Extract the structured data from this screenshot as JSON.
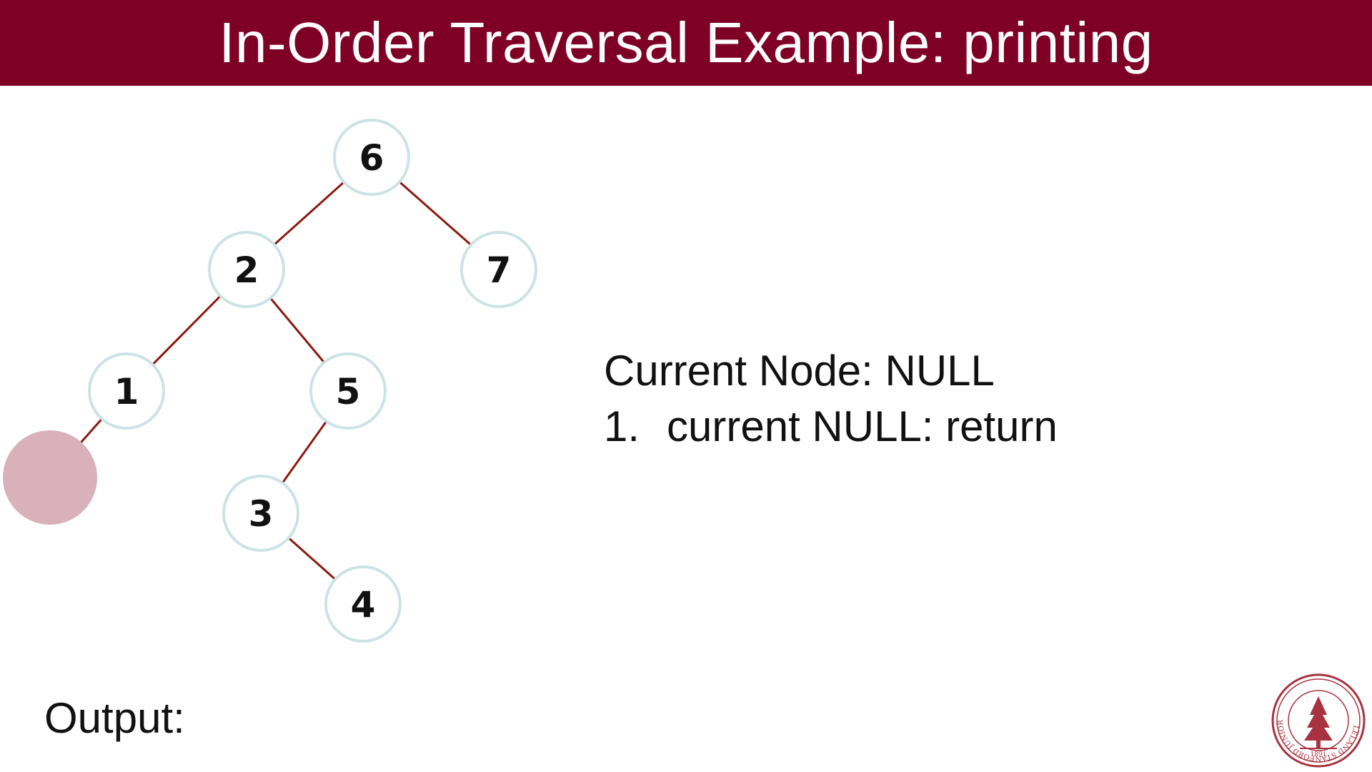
{
  "slide": {
    "title": "In-Order Traversal Example: printing",
    "colors": {
      "header_bg": "#7f0025",
      "edge": "#8b1a10",
      "node_border": "#cce3e6",
      "null_node_fill": "#d8b1bb"
    }
  },
  "tree": {
    "nodes": [
      {
        "id": "n6",
        "label": "6"
      },
      {
        "id": "n2",
        "label": "2"
      },
      {
        "id": "n7",
        "label": "7"
      },
      {
        "id": "n1",
        "label": "1"
      },
      {
        "id": "n5",
        "label": "5"
      },
      {
        "id": "n3",
        "label": "3"
      },
      {
        "id": "n4",
        "label": "4"
      }
    ],
    "edges": [
      {
        "from": "n6",
        "to": "n2"
      },
      {
        "from": "n6",
        "to": "n7"
      },
      {
        "from": "n2",
        "to": "n1"
      },
      {
        "from": "n2",
        "to": "n5"
      },
      {
        "from": "n5",
        "to": "n3"
      },
      {
        "from": "n3",
        "to": "n4"
      },
      {
        "from": "n1",
        "to": "null-left-of-1"
      }
    ],
    "current_node": "null-left-of-1"
  },
  "status": {
    "current_line": "Current Node: NULL",
    "steps": [
      {
        "number": "1.",
        "text": "current NULL: return"
      }
    ]
  },
  "output": {
    "label": "Output:",
    "value": ""
  },
  "seal": {
    "icon": "university-seal-icon",
    "text": "LELAND STANFORD JUNIOR UNIVERSITY",
    "year": "1891"
  }
}
